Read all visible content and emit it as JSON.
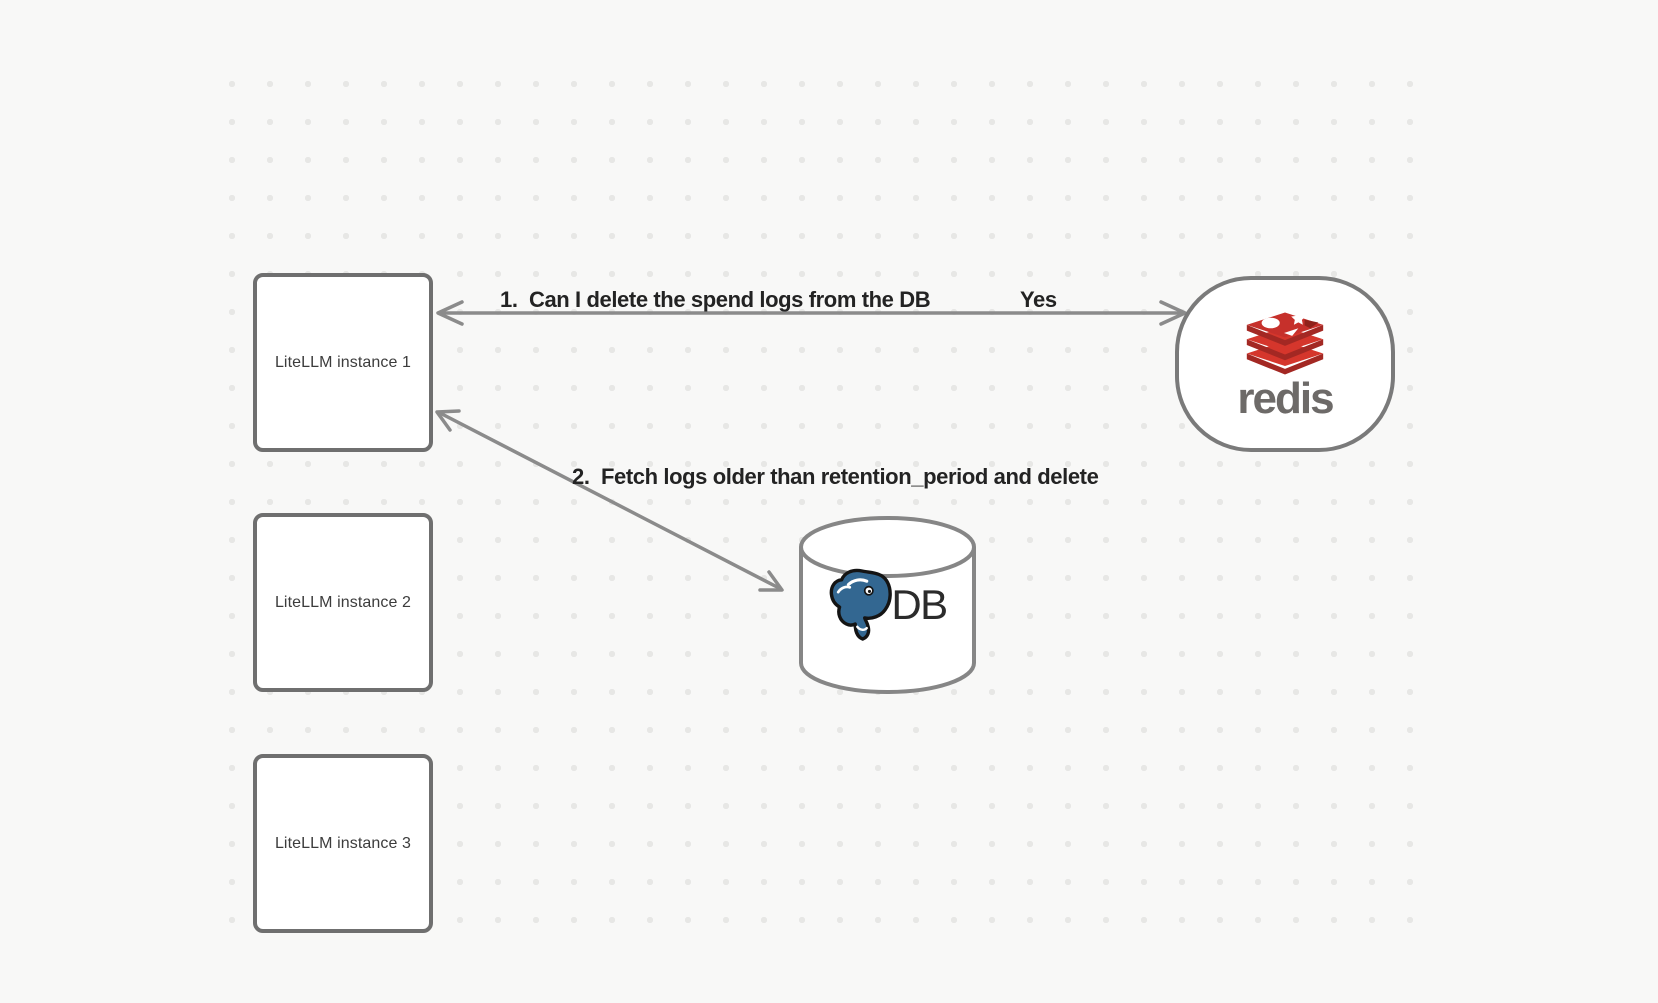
{
  "edges": {
    "query": {
      "label": "1.  Can I delete the spend logs from the DB",
      "response": "Yes"
    },
    "fetch": {
      "label": "2.  Fetch logs older than retention_period and delete"
    }
  },
  "nodes": {
    "instances": [
      {
        "label": "LiteLLM instance 1"
      },
      {
        "label": "LiteLLM instance 2"
      },
      {
        "label": "LiteLLM instance 3"
      }
    ],
    "redis": {
      "wordmark": "redis"
    },
    "database": {
      "label": "DB"
    }
  },
  "colors": {
    "background": "#f8f8f7",
    "grid_dot": "#e7e7e5",
    "shape_border": "#6f6f6f",
    "arrow": "#8b8b8b",
    "label_text": "#232323",
    "node_text": "#3c3c3c",
    "redis_red": "#c6302b",
    "redis_red_dark": "#a32823",
    "redis_wordmark_gray": "#6d6a68",
    "postgres_blue": "#336791"
  }
}
